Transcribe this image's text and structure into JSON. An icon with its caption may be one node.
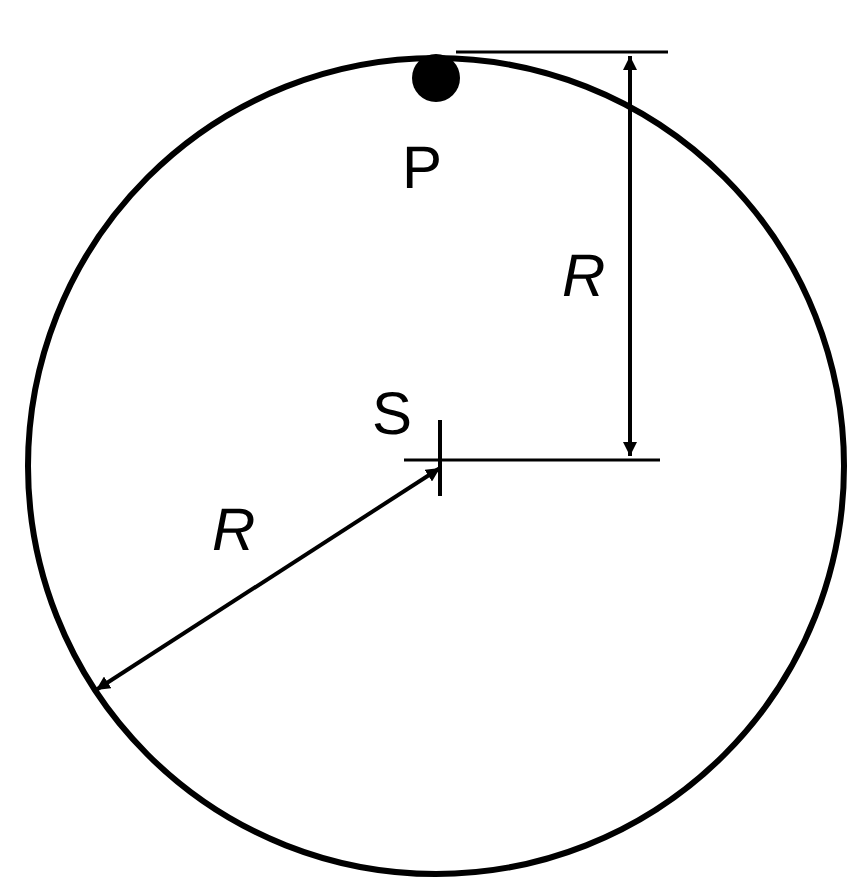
{
  "diagram": {
    "labels": [
      "P",
      "R",
      "S",
      "R"
    ]
  }
}
